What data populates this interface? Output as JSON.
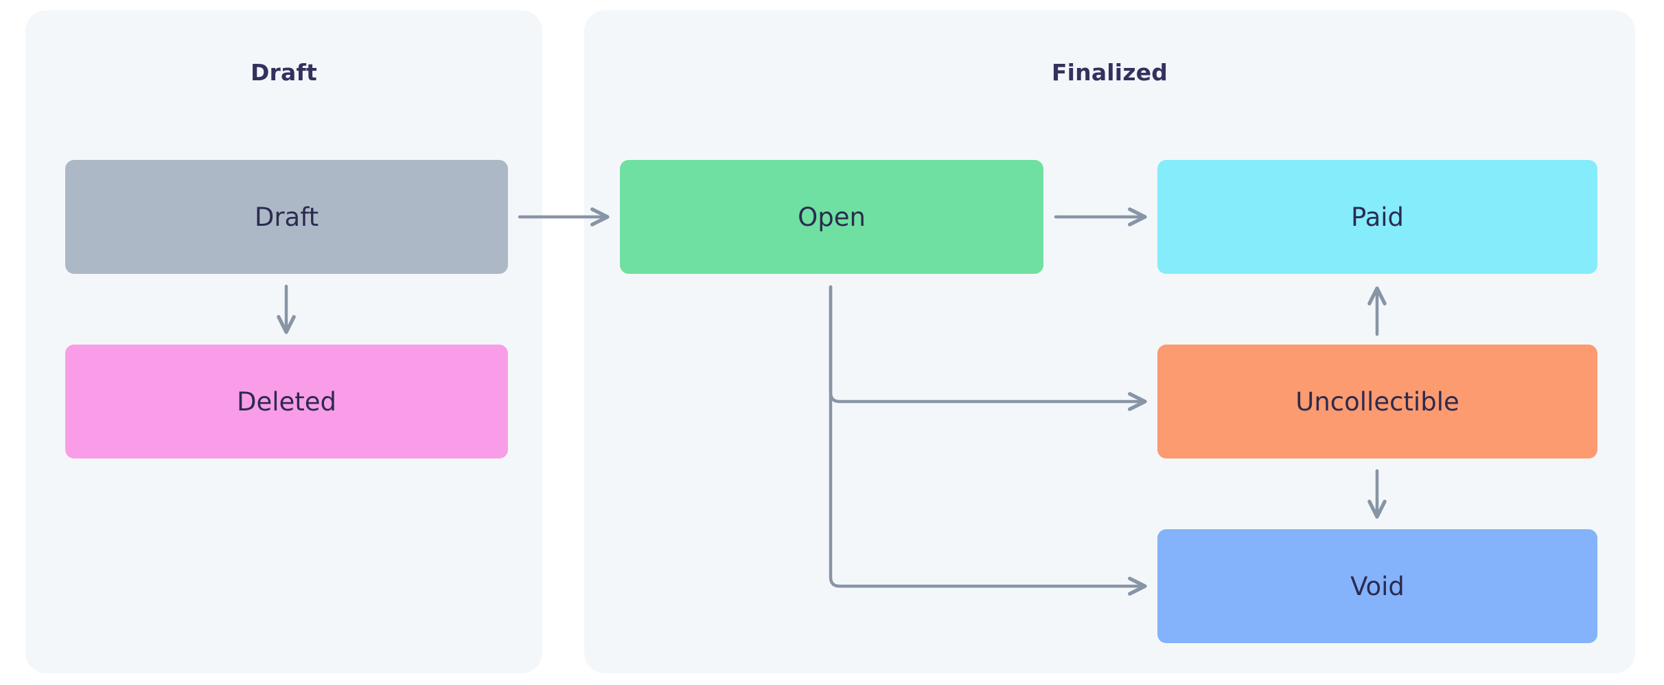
{
  "diagram": {
    "title_visible": false,
    "groups": [
      {
        "id": "draft",
        "label": "Draft"
      },
      {
        "id": "finalized",
        "label": "Finalized"
      }
    ],
    "nodes": [
      {
        "id": "draft",
        "label": "Draft",
        "group": "draft",
        "color": "#adb8c7"
      },
      {
        "id": "deleted",
        "label": "Deleted",
        "group": "draft",
        "color": "#f99de8"
      },
      {
        "id": "open",
        "label": "Open",
        "group": "finalized",
        "color": "#6fe0a1"
      },
      {
        "id": "paid",
        "label": "Paid",
        "group": "finalized",
        "color": "#85ecfb"
      },
      {
        "id": "uncollectible",
        "label": "Uncollectible",
        "group": "finalized",
        "color": "#fc9a70"
      },
      {
        "id": "void",
        "label": "Void",
        "group": "finalized",
        "color": "#84b2fb"
      }
    ],
    "edges": [
      {
        "from": "draft",
        "to": "deleted",
        "direction": "down",
        "style": "straight"
      },
      {
        "from": "draft",
        "to": "open",
        "direction": "right",
        "style": "straight"
      },
      {
        "from": "open",
        "to": "paid",
        "direction": "right",
        "style": "straight"
      },
      {
        "from": "open",
        "to": "uncollectible",
        "direction": "right",
        "style": "elbow"
      },
      {
        "from": "open",
        "to": "void",
        "direction": "right",
        "style": "elbow"
      },
      {
        "from": "uncollectible",
        "to": "paid",
        "direction": "up",
        "style": "straight"
      },
      {
        "from": "uncollectible",
        "to": "void",
        "direction": "down",
        "style": "straight"
      }
    ]
  },
  "theme": {
    "page_background": "#ffffff",
    "panel_background": "#f4f7fa",
    "text_color": "#2b2b4f",
    "title_color": "#32325d",
    "edge_color": "#8795a6"
  }
}
